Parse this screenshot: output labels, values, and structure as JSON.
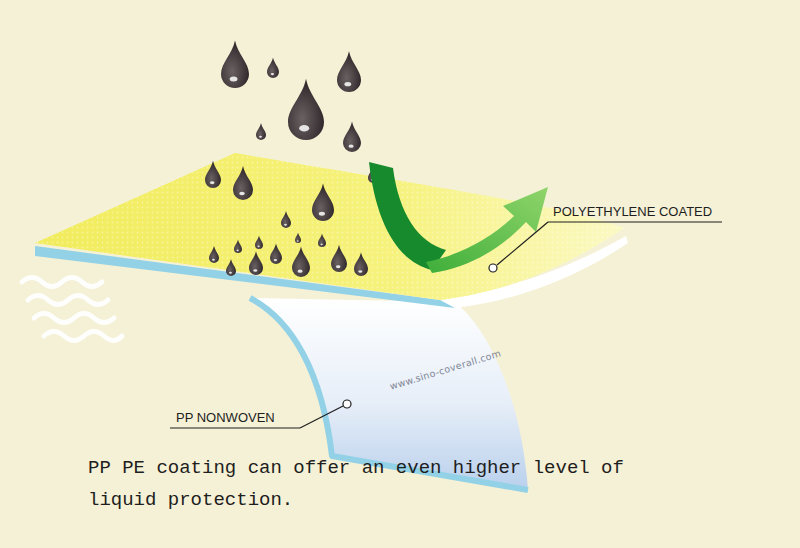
{
  "diagram": {
    "caption": "PP PE coating can offer an even higher level of liquid protection.",
    "labels": [
      "POLYETHYLENE COATED",
      "PP NONWOVEN",
      "www.sino-coverall.com"
    ]
  }
}
